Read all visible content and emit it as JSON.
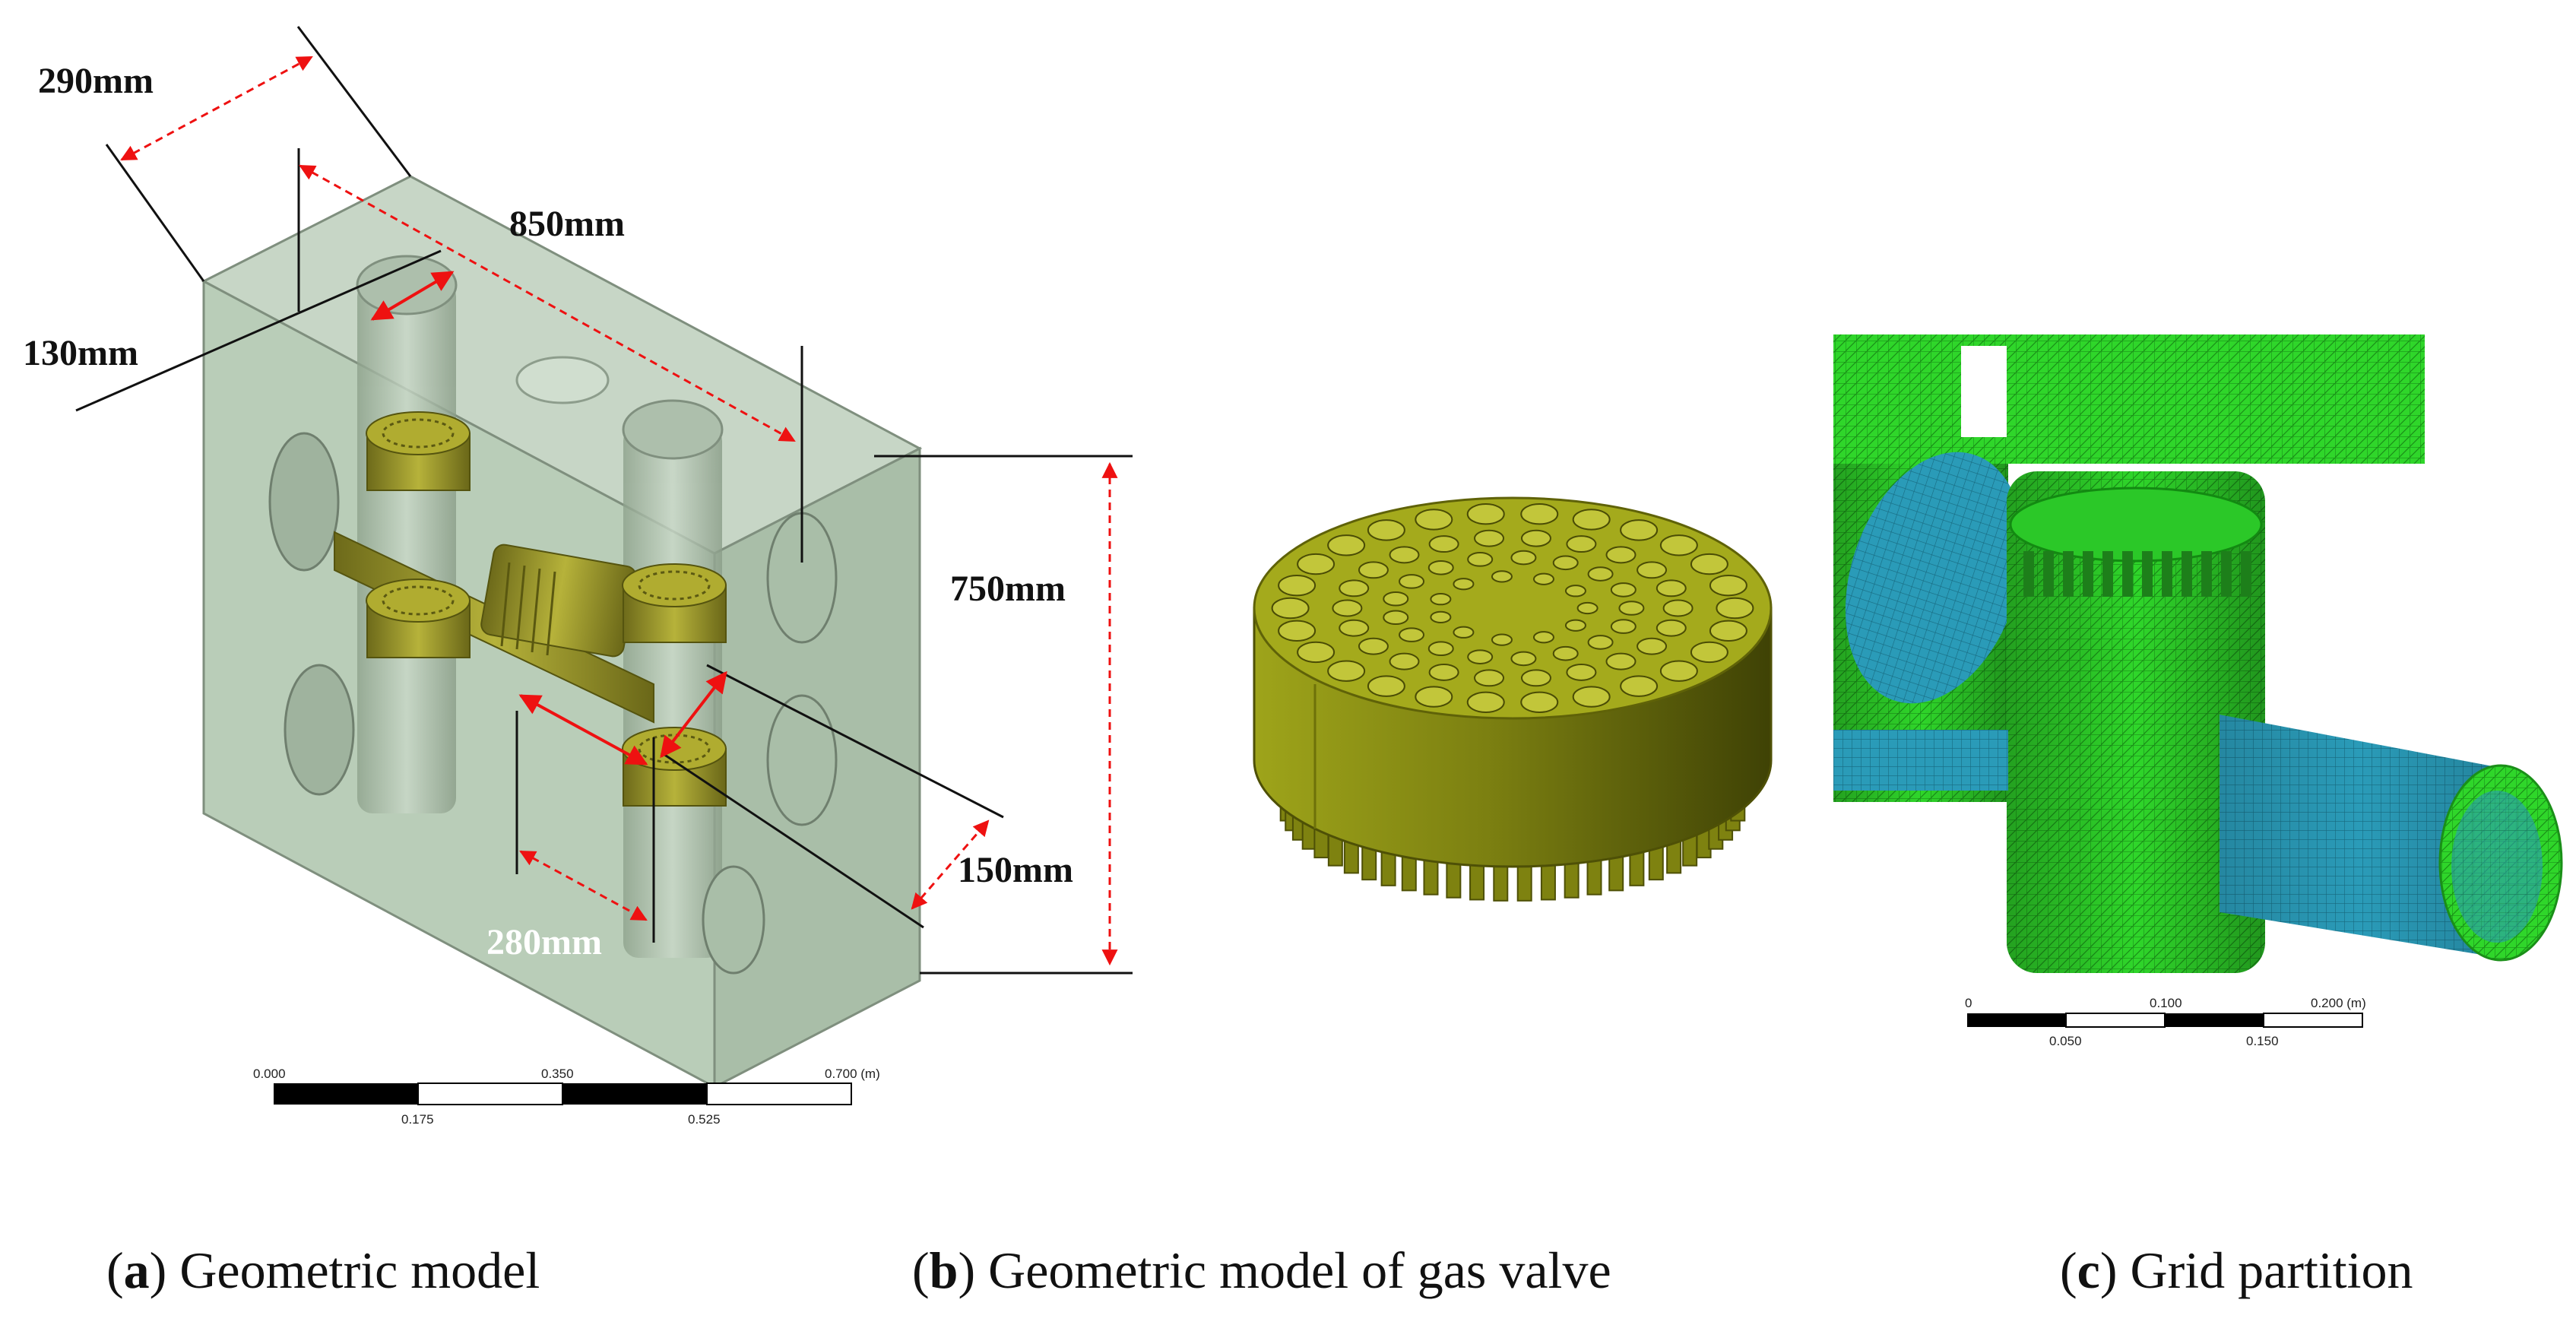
{
  "panels": {
    "a": {
      "dimensions": {
        "width": "290mm",
        "length": "850mm",
        "pipe": "130mm",
        "height": "750mm",
        "valve_gap": "150mm",
        "spacing": "280mm"
      },
      "scale": {
        "top_ticks": [
          "0.000",
          "0.350",
          "0.700 (m)"
        ],
        "bottom_ticks": [
          "0.175",
          "0.525"
        ]
      },
      "caption": {
        "letter": "a",
        "text": " Geometric model"
      }
    },
    "b": {
      "caption": {
        "letter": "b",
        "text": " Geometric model of gas valve"
      }
    },
    "c": {
      "scale": {
        "top_ticks": [
          "0",
          "0.100",
          "0.200  (m)"
        ],
        "bottom_ticks": [
          "0.050",
          "0.150"
        ]
      },
      "caption": {
        "letter": "c",
        "text": " Grid partition"
      }
    }
  },
  "colors": {
    "block_fill": "#b9cdb8",
    "block_edge": "#7f8f7e",
    "valve_olive": "#9ea41a",
    "valve_dark": "#5f6208",
    "mesh_green": "#33ee22",
    "mesh_blue": "#2a9bb8",
    "dimension_red": "#ee1111"
  }
}
